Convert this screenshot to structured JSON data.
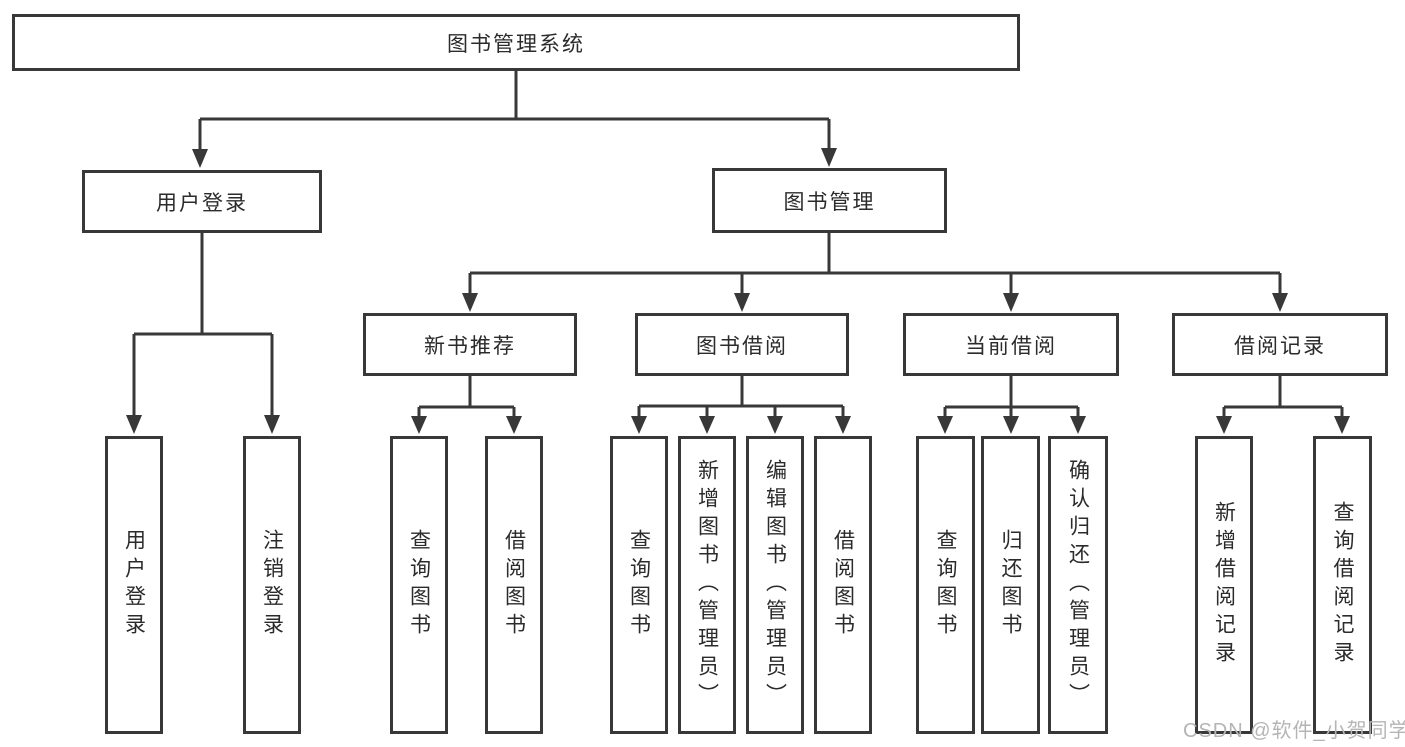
{
  "diagram": {
    "title": "图书管理系统",
    "root": {
      "label": "图书管理系统"
    },
    "level2": [
      {
        "id": "user-login",
        "label": "用户登录"
      },
      {
        "id": "book-management",
        "label": "图书管理"
      }
    ],
    "level3": [
      {
        "id": "new-book-recommend",
        "label": "新书推荐"
      },
      {
        "id": "book-borrow",
        "label": "图书借阅"
      },
      {
        "id": "current-borrow",
        "label": "当前借阅"
      },
      {
        "id": "borrow-records",
        "label": "借阅记录"
      }
    ],
    "leaves": {
      "user_login": [
        "用户登录",
        "注销登录"
      ],
      "new_books": [
        "查询图书",
        "借阅图书"
      ],
      "book_borrow": [
        "查询图书",
        "新增图书（管理员）",
        "编辑图书（管理员）",
        "借阅图书"
      ],
      "current_borrow": [
        "查询图书",
        "归还图书",
        "确认归还（管理员）"
      ],
      "borrow_records": [
        "新增借阅记录",
        "查询借阅记录"
      ]
    }
  },
  "watermark": "CSDN @软件_小贺同学",
  "colors": {
    "line": "#383838",
    "box_border": "#383838",
    "text": "#2b2b2b",
    "background": "#ffffff",
    "watermark": "#b5b5b5"
  }
}
